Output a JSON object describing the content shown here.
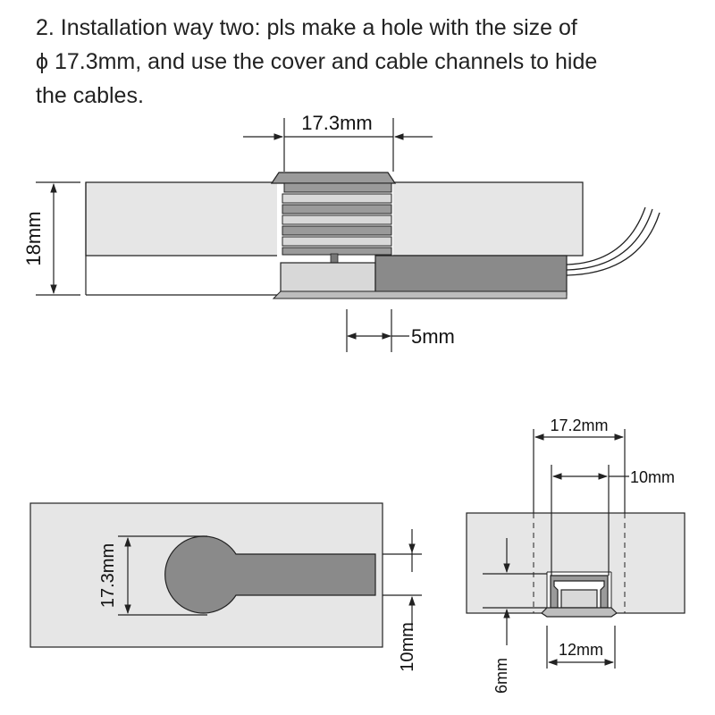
{
  "instruction": {
    "line1": "2. Installation way two: pls make a hole with the size of",
    "line2": "ϕ 17.3mm, and use the cover and cable channels to hide",
    "line3": "the cables."
  },
  "dimensions": {
    "hole_width": "17.3mm",
    "height": "18mm",
    "offset": "5mm",
    "slot_height": "17.3mm",
    "channel_width": "10mm",
    "profile_outer": "17.2mm",
    "profile_inner": "10mm",
    "profile_bottom": "12mm",
    "profile_depth": "6mm"
  },
  "colors": {
    "panel": "#e6e6e6",
    "light_gray": "#d8d8d8",
    "dark_gray": "#8a8a8a",
    "line": "#222222"
  }
}
